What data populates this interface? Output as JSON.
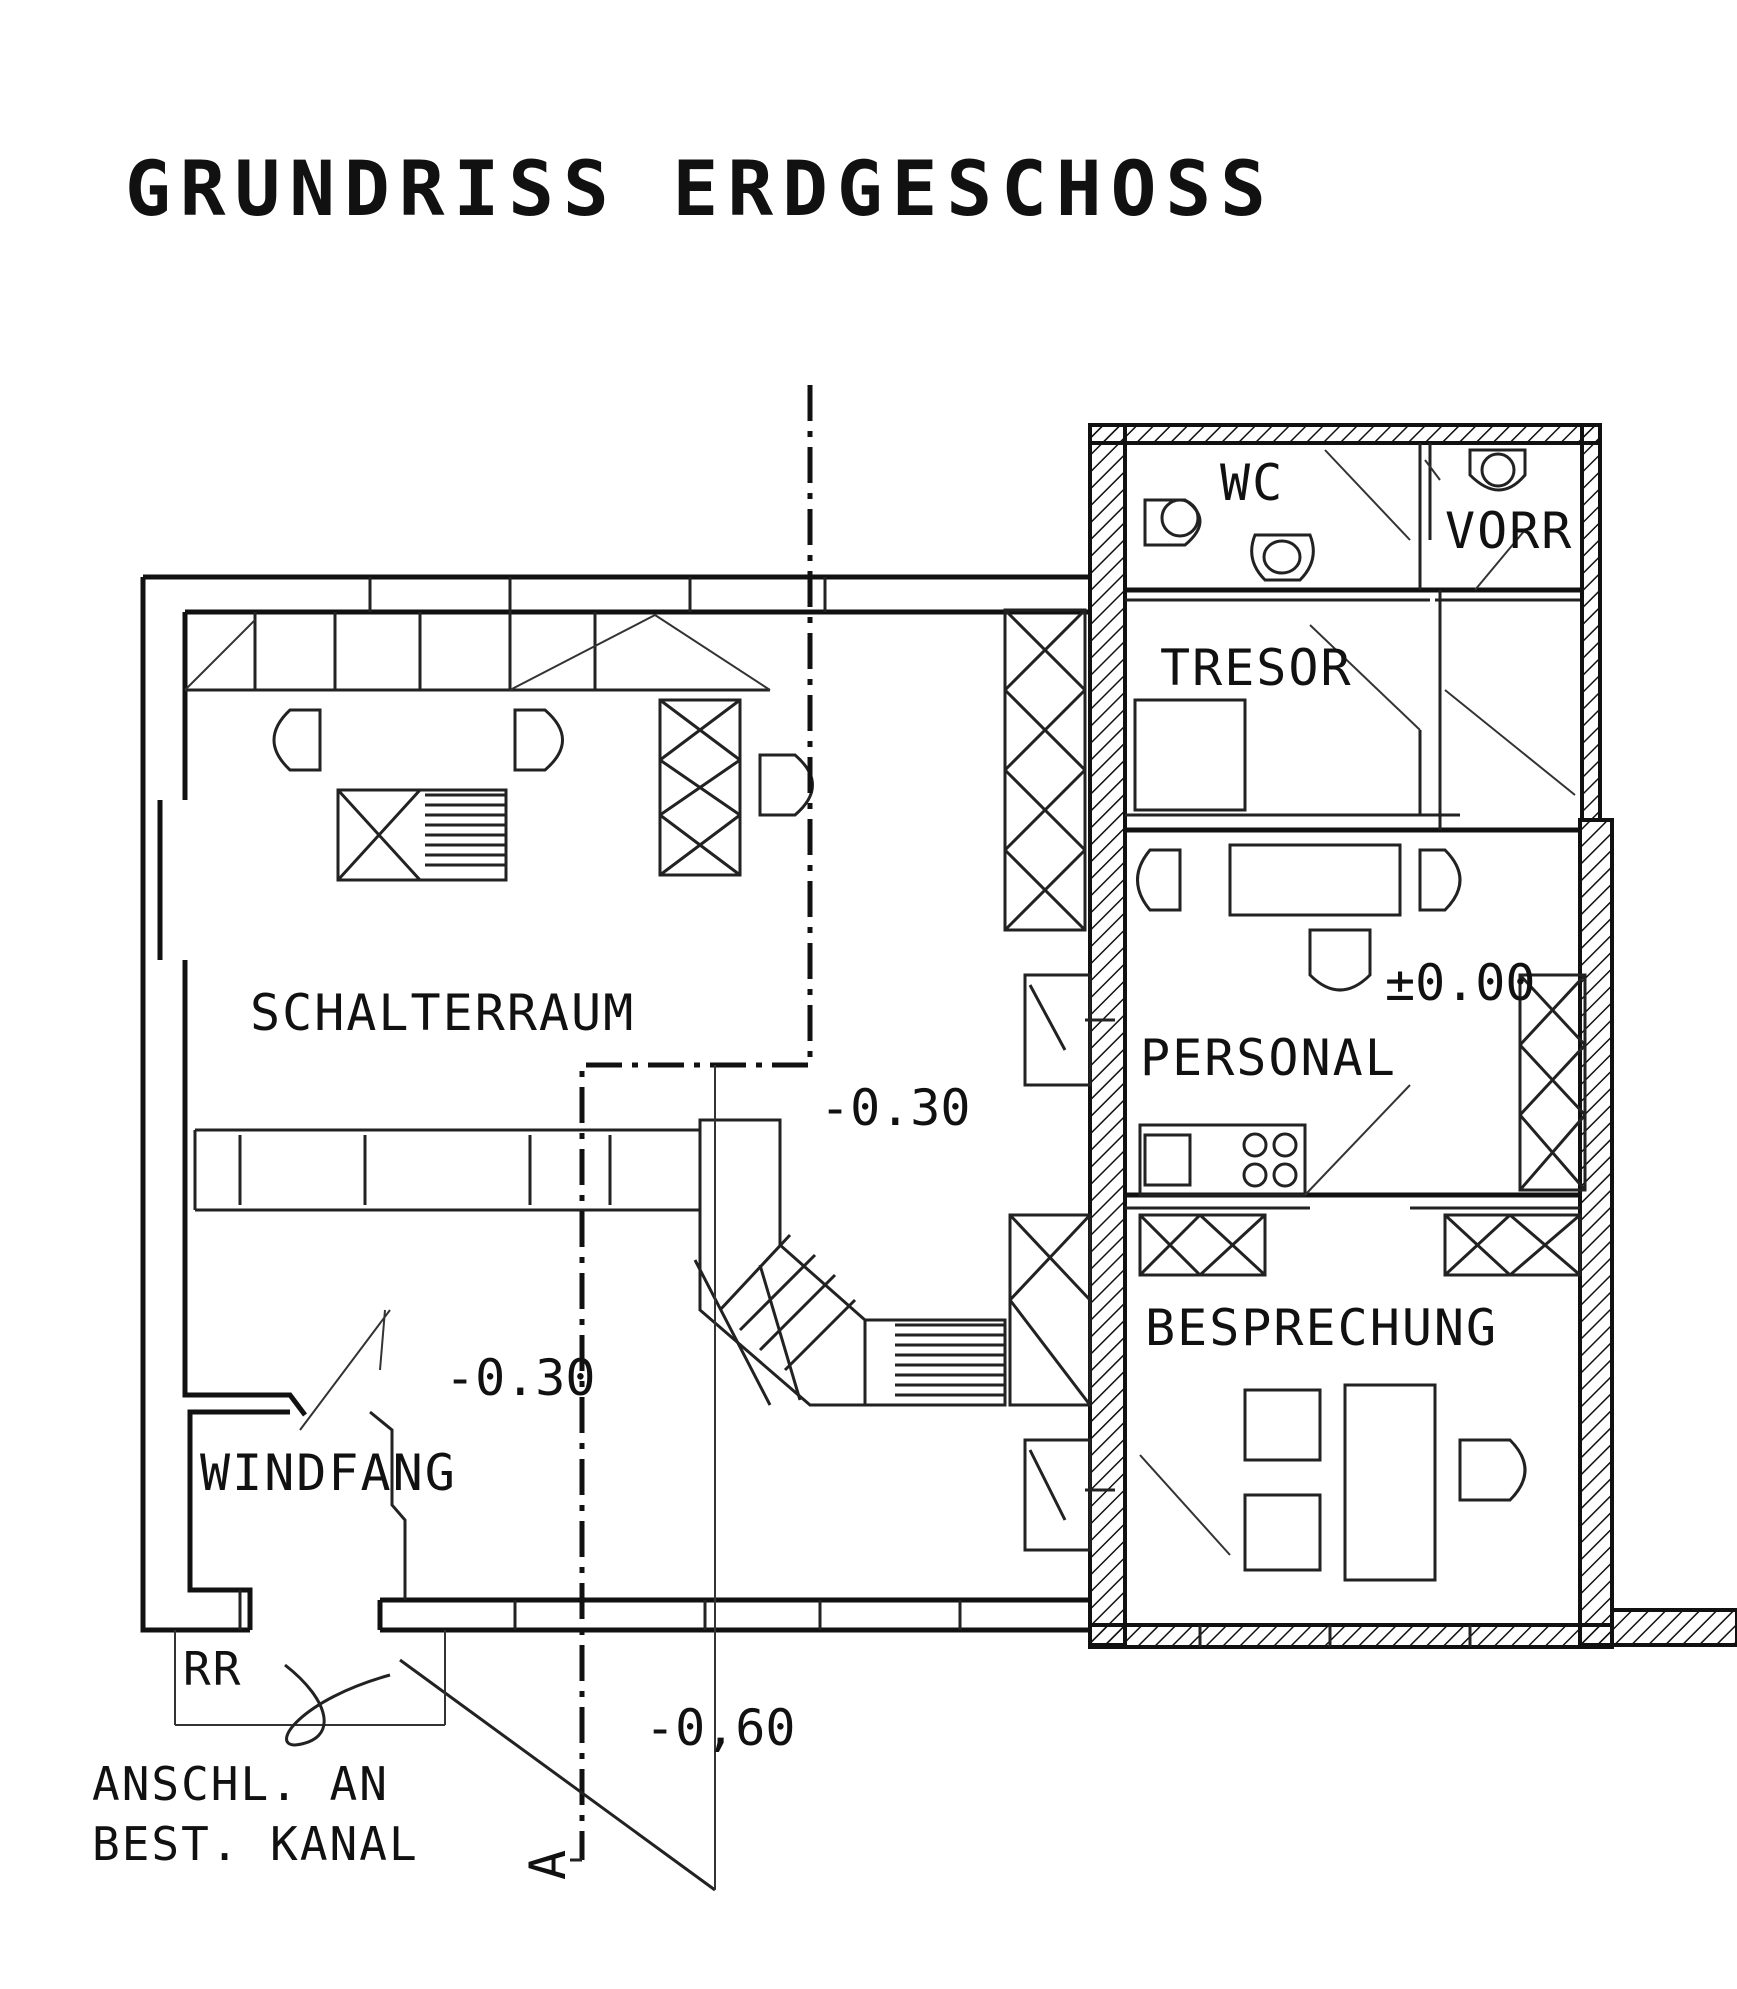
{
  "title": "GRUNDRISS ERDGESCHOSS",
  "rooms": {
    "wc": "WC",
    "vorr": "VORR",
    "tresor": "TRESOR",
    "schalterraum": "SCHALTERRAUM",
    "personal": "PERSONAL",
    "besprechung": "BESPRECHUNG",
    "windfang": "WINDFANG"
  },
  "levels": {
    "zero": "±0.00",
    "main": "-0.30",
    "windfang": "-0.30",
    "outside": "-0,60"
  },
  "notes": {
    "rr": "RR",
    "anschluss_line1": "ANSCHL. AN",
    "anschluss_line2": "BEST. KANAL"
  },
  "section_marker": "A"
}
